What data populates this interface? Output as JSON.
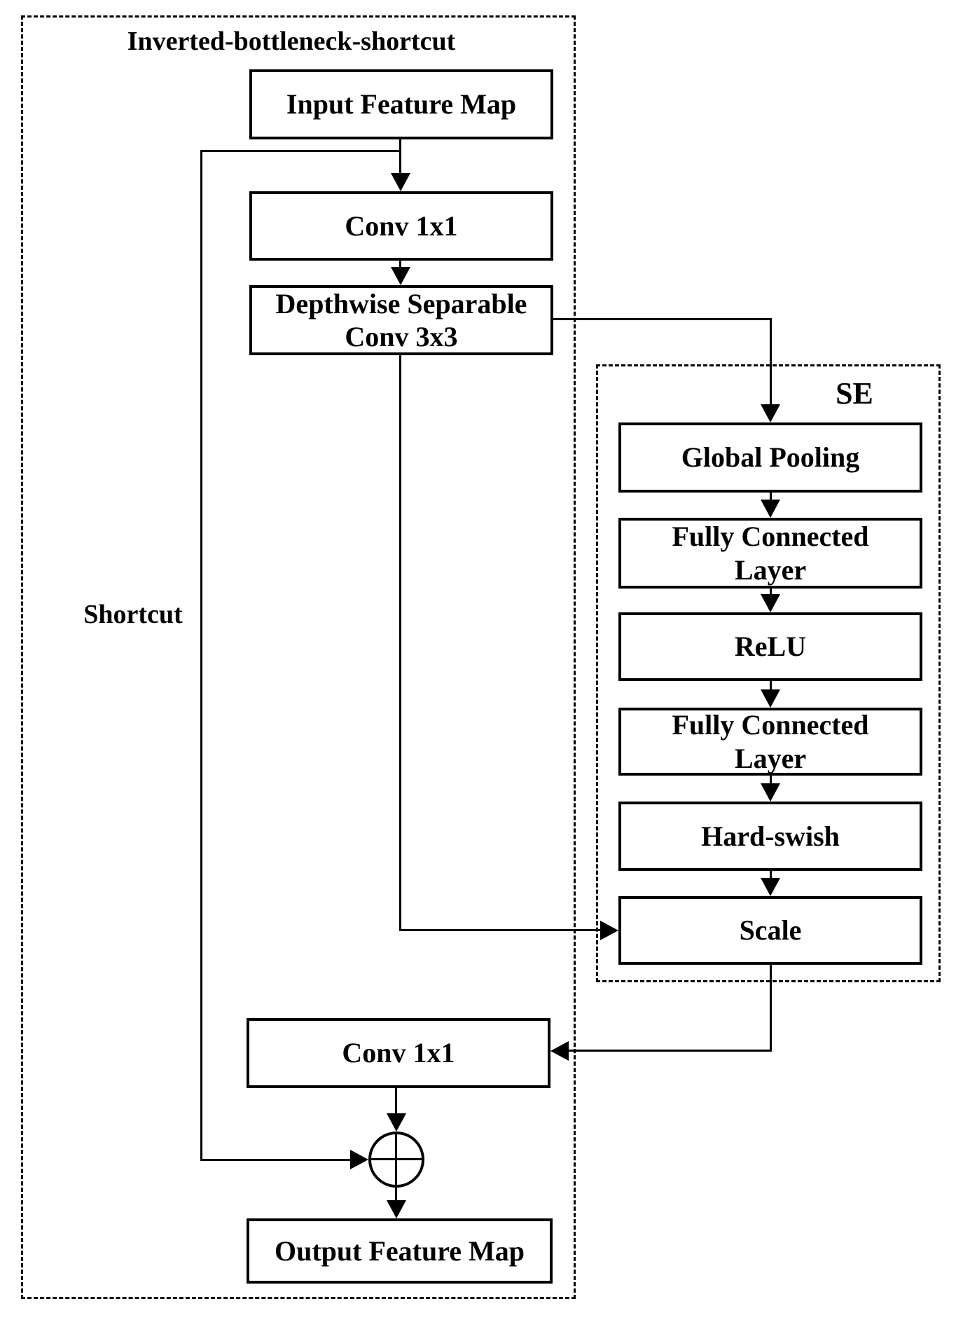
{
  "colors": {
    "ink": "#000000",
    "paper": "#ffffff"
  },
  "diagram": {
    "title": "Inverted-bottleneck-shortcut",
    "shortcut_label": "Shortcut",
    "se_group_label": "SE",
    "nodes": {
      "input": "Input Feature Map",
      "conv_expand": "Conv 1x1",
      "dwconv": "Depthwise Separable\nConv 3x3",
      "global_pooling": "Global Pooling",
      "fc_layer_1": "Fully Connected\nLayer",
      "relu": "ReLU",
      "fc_layer_2": "Fully Connected\nLayer",
      "hard_swish": "Hard-swish",
      "scale": "Scale",
      "conv_project": "Conv 1x1",
      "output": "Output Feature Map"
    },
    "edges": [
      {
        "from": "input",
        "to": "conv_expand"
      },
      {
        "from": "input",
        "to": "add",
        "label": "Shortcut"
      },
      {
        "from": "conv_expand",
        "to": "dwconv"
      },
      {
        "from": "dwconv",
        "to": "global_pooling"
      },
      {
        "from": "dwconv",
        "to": "scale"
      },
      {
        "from": "global_pooling",
        "to": "fc_layer_1"
      },
      {
        "from": "fc_layer_1",
        "to": "relu"
      },
      {
        "from": "relu",
        "to": "fc_layer_2"
      },
      {
        "from": "fc_layer_2",
        "to": "hard_swish"
      },
      {
        "from": "hard_swish",
        "to": "scale"
      },
      {
        "from": "scale",
        "to": "conv_project"
      },
      {
        "from": "conv_project",
        "to": "add"
      },
      {
        "from": "add",
        "to": "output"
      }
    ]
  }
}
